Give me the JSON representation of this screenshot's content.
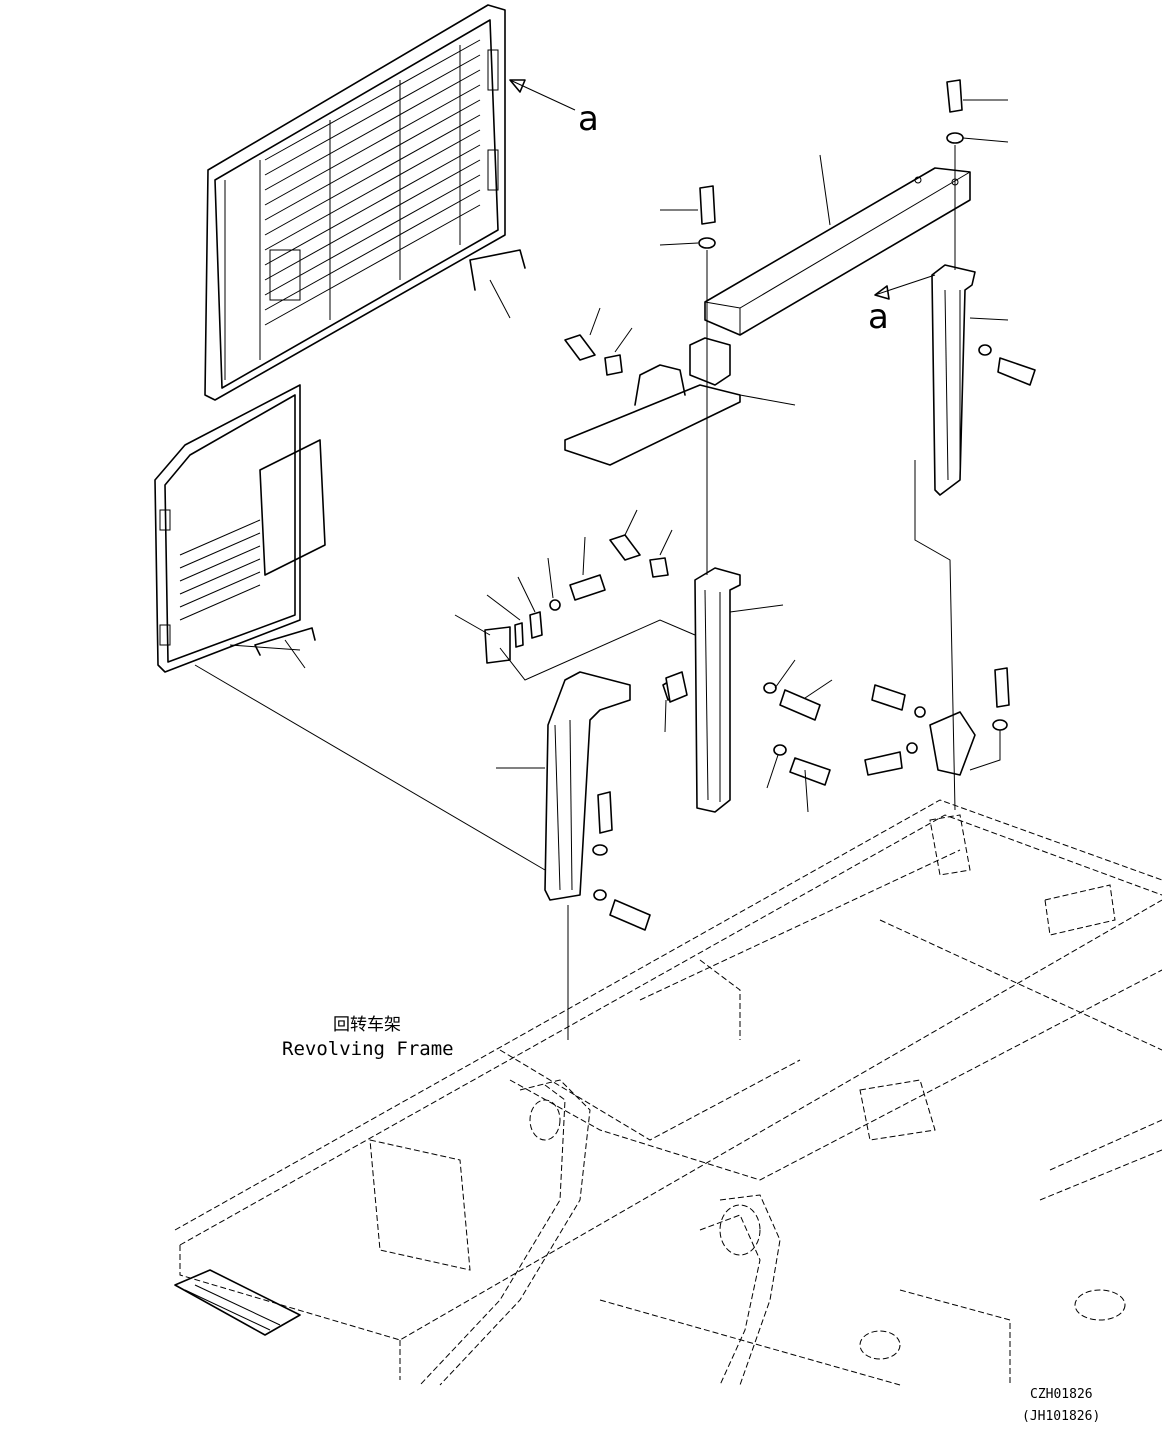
{
  "view_letters": [
    "a",
    "a"
  ],
  "frame_label": {
    "chinese": "回转车架",
    "english": "Revolving Frame"
  },
  "drawing_codes": {
    "primary": "CZH01826",
    "secondary": "(JH101826)"
  }
}
